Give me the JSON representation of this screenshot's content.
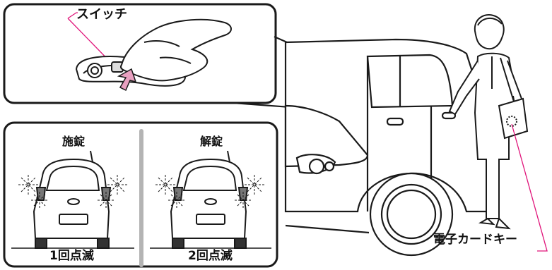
{
  "callout": {
    "switch_label": "スイッチ"
  },
  "indicator_panel": {
    "lock": {
      "title": "施錠",
      "blink": "1回点滅"
    },
    "unlock": {
      "title": "解錠",
      "blink": "2回点滅"
    }
  },
  "scene": {
    "key_label": "電子カードキー"
  },
  "colors": {
    "arrow": "#e8a0c0",
    "key_line": "#e0147a",
    "divider": "#b4b4b4",
    "outline": "#1a1a1a"
  }
}
